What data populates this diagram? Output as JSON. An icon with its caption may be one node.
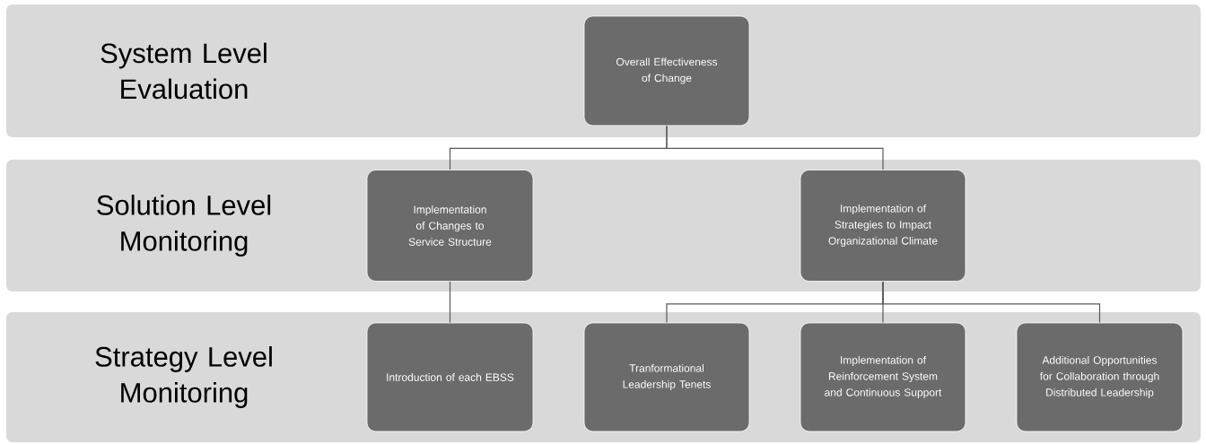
{
  "diagram": {
    "nodes": [
      {
        "text": [
          "System Level Evaluation"
        ]
      },
      {
        "text": [
          "Overall Effectiveness of Change"
        ],
        "in": 0
      },
      {
        "text": [
          "Solution Level Monitoring"
        ]
      },
      {
        "text": [
          "Implementation of Changes to Service Structure"
        ],
        "in": 2
      },
      {
        "text": [
          "Implementation of Strategies to Impact Organizational Climate"
        ],
        "in": 2
      },
      {
        "text": [
          "Strategy Level Monitoring"
        ]
      },
      {
        "text": [
          "Introduction of each EBSS"
        ],
        "in": 5
      },
      {
        "text": [
          "Tranformational Leadership Tenets"
        ],
        "in": 5
      },
      {
        "text": [
          "Implementation of Reinforcement System and Continuous Support"
        ],
        "in": 5
      },
      {
        "text": [
          "Additional Opportunities for Collaboration through Distributed Leadership"
        ],
        "in": 5
      }
    ],
    "edges": [
      {
        "from": 1,
        "to": 3,
        "arrow": "none"
      },
      {
        "from": 1,
        "to": 4,
        "arrow": "none"
      },
      {
        "from": 3,
        "to": 6,
        "arrow": "none"
      },
      {
        "from": 4,
        "to": 7,
        "arrow": "none"
      },
      {
        "from": 4,
        "to": 8,
        "arrow": "none"
      },
      {
        "from": 4,
        "to": 9,
        "arrow": "none"
      }
    ]
  }
}
